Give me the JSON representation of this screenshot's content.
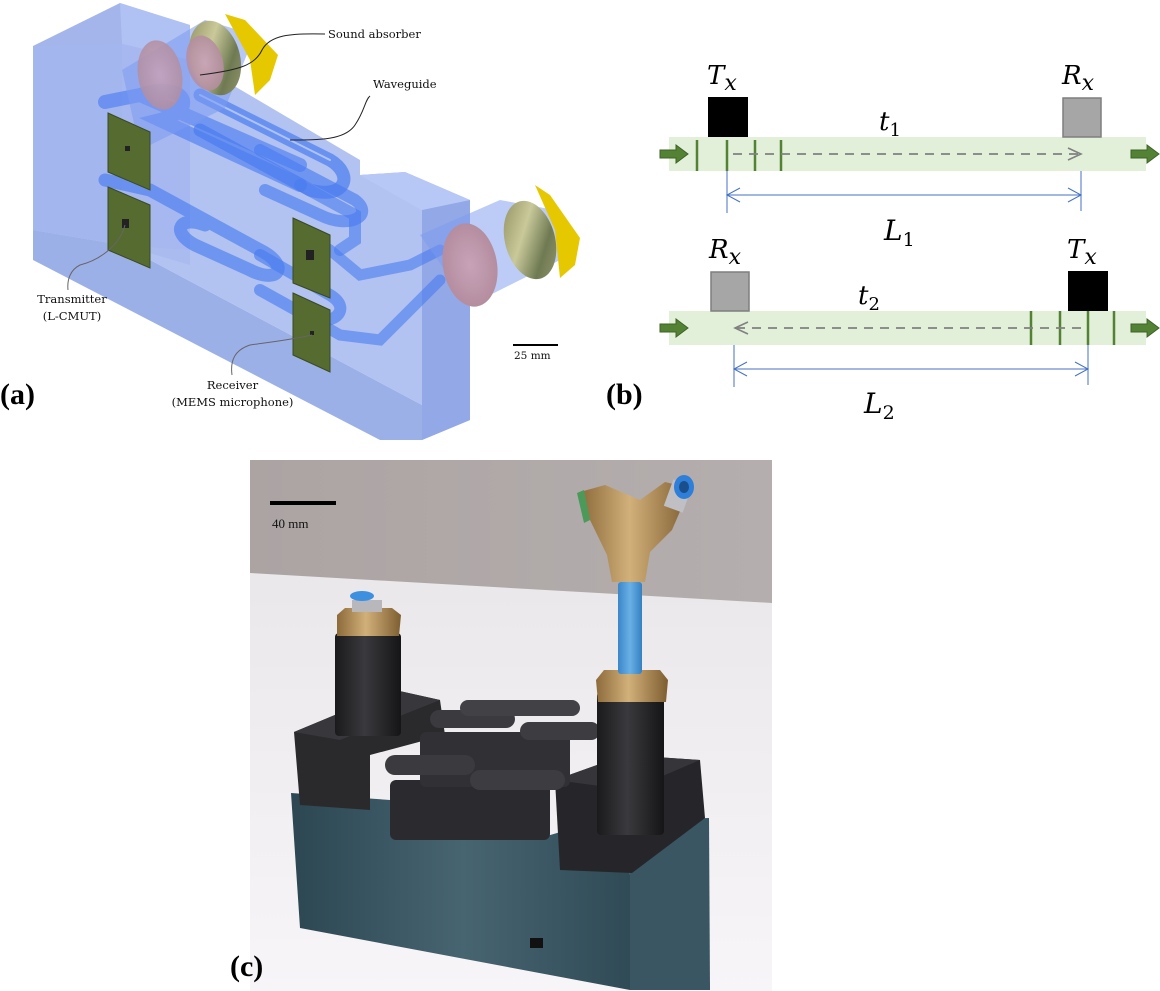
{
  "figure": {
    "panels": [
      {
        "id": "a",
        "label": "(a)",
        "type": "cad-rendering",
        "annotations": {
          "sound_absorber": "Sound absorber",
          "waveguide": "Waveguide",
          "transmitter_line1": "Transmitter",
          "transmitter_line2": "(L-CMUT)",
          "receiver_line1": "Receiver",
          "receiver_line2": "(MEMS microphone)"
        },
        "scale_bar": "25 mm"
      },
      {
        "id": "b",
        "label": "(b)",
        "type": "schematic",
        "upper": {
          "transmitter": {
            "symbol": "T",
            "subscript": "x"
          },
          "receiver": {
            "symbol": "R",
            "subscript": "x"
          },
          "time": {
            "symbol": "t",
            "subscript": "1"
          },
          "length": {
            "symbol": "L",
            "subscript": "1"
          },
          "propagation": "downstream"
        },
        "lower": {
          "receiver": {
            "symbol": "R",
            "subscript": "x"
          },
          "transmitter": {
            "symbol": "T",
            "subscript": "x"
          },
          "time": {
            "symbol": "t",
            "subscript": "2"
          },
          "length": {
            "symbol": "L",
            "subscript": "2"
          },
          "propagation": "upstream"
        },
        "flow_direction": "left-to-right"
      },
      {
        "id": "c",
        "label": "(c)",
        "type": "photograph",
        "scale_bar": "40 mm"
      }
    ],
    "colors": {
      "flow_band": "#e2f0d9",
      "flow_arrow": "#548235",
      "wavefront": "#548235",
      "transmitter": "#000000",
      "receiver": "#a6a6a6",
      "receiver_border": "#7f7f7f",
      "path_dash": "#808080",
      "dimension_line": "#4472c4",
      "cad_block": "#9fb3ea",
      "waveguide": "#4d7ff0",
      "pcb": "#556b2f",
      "absorber_cap": "#e6c800"
    }
  }
}
